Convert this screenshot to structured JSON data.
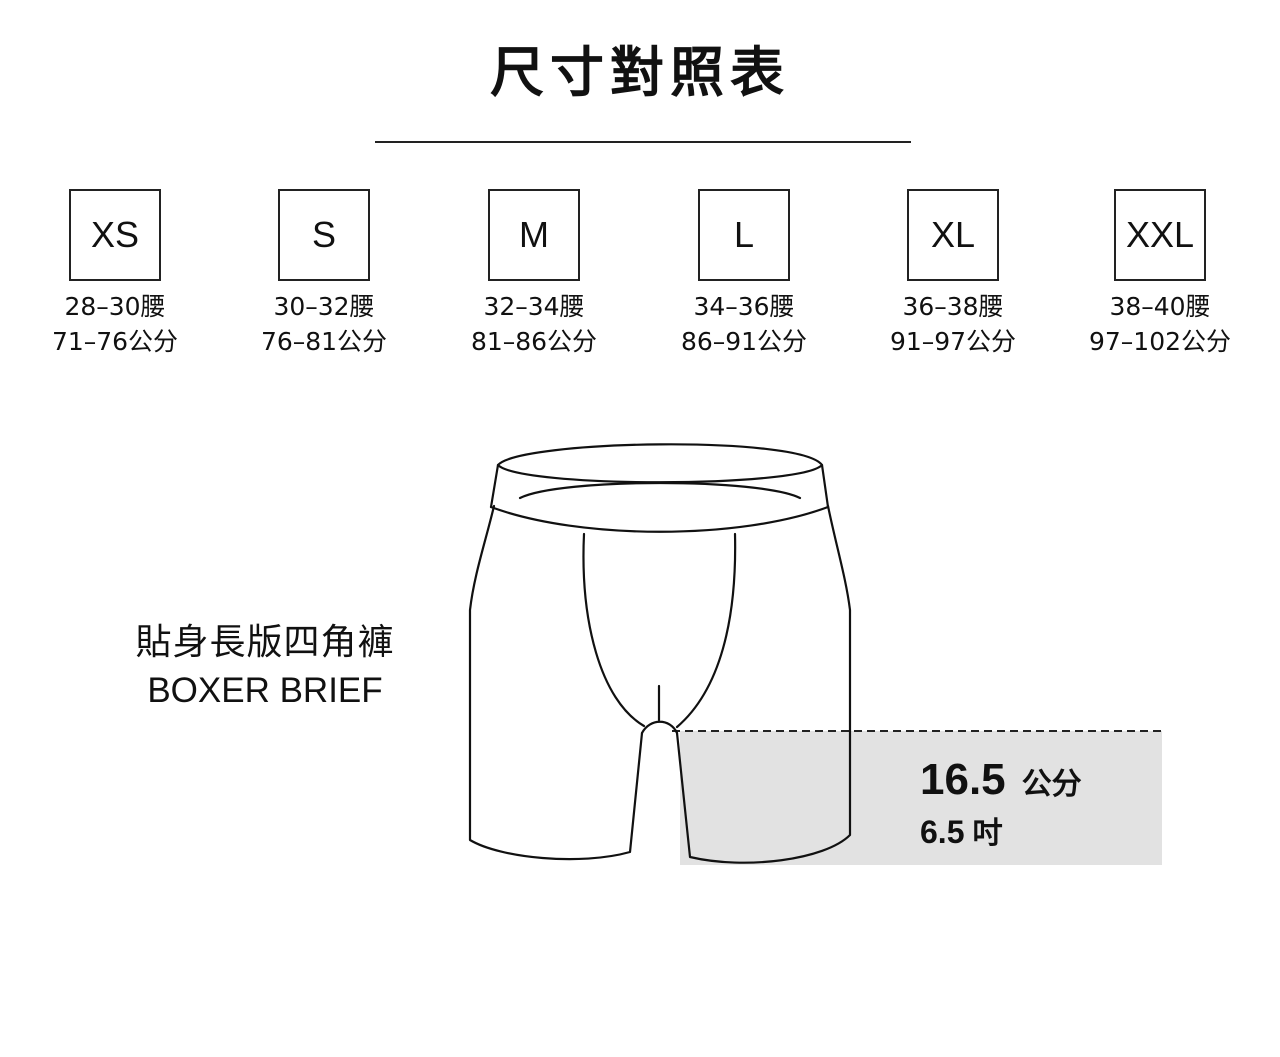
{
  "title": "尺寸對照表",
  "sizes": [
    {
      "label": "XS",
      "waist": "28–30腰",
      "cm": "71–76公分"
    },
    {
      "label": "S",
      "waist": "30–32腰",
      "cm": "76–81公分"
    },
    {
      "label": "M",
      "waist": "32–34腰",
      "cm": "81–86公分"
    },
    {
      "label": "L",
      "waist": "34–36腰",
      "cm": "86–91公分"
    },
    {
      "label": "XL",
      "waist": "36–38腰",
      "cm": "91–97公分"
    },
    {
      "label": "XXL",
      "waist": "38–40腰",
      "cm": "97–102公分"
    }
  ],
  "product": {
    "name_zh": "貼身長版四角褲",
    "name_en": "BOXER BRIEF"
  },
  "measurement": {
    "cm_value": "16.5",
    "cm_unit": "公分",
    "inch_value": "6.5",
    "inch_unit": "吋"
  },
  "colors": {
    "highlight": "#e2e2e2",
    "line": "#111111"
  }
}
